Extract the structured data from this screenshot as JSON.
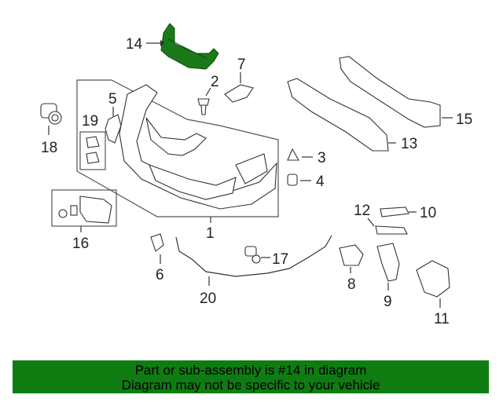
{
  "callouts": {
    "p1": "1",
    "p2": "2",
    "p3": "3",
    "p4": "4",
    "p5": "5",
    "p6": "6",
    "p7": "7",
    "p8": "8",
    "p9": "9",
    "p10": "10",
    "p11": "11",
    "p12": "12",
    "p13": "13",
    "p14": "14",
    "p15": "15",
    "p16": "16",
    "p17": "17",
    "p18": "18",
    "p19": "19",
    "p20": "20"
  },
  "highlight_color": "#1a7a1a",
  "banner": {
    "line1": "Part or sub-assembly is #14 in diagram",
    "line2": "Diagram may not be specific to your vehicle",
    "color": "#0f7c12"
  }
}
